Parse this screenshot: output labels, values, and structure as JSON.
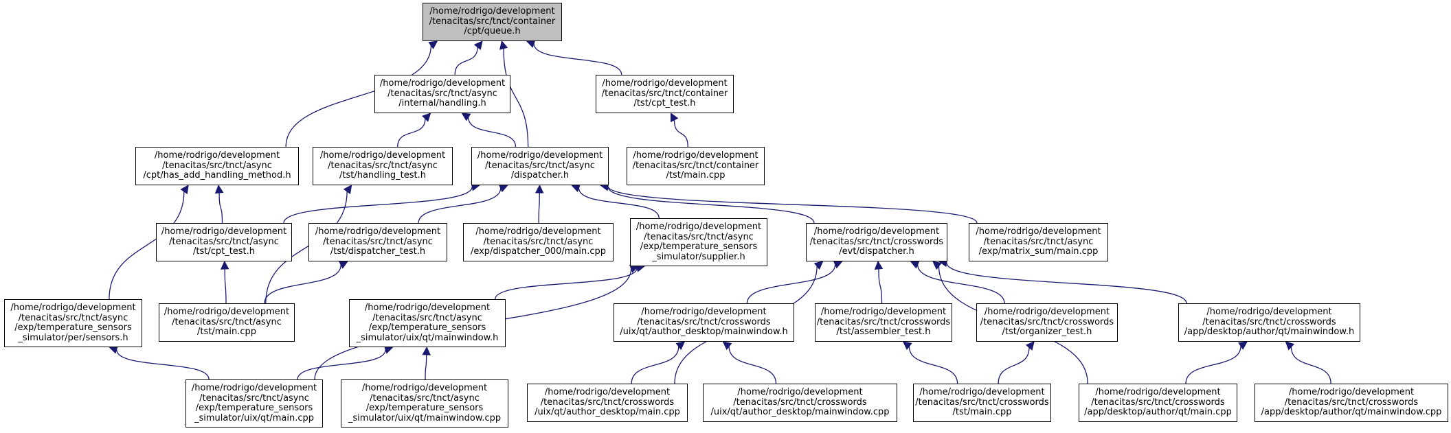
{
  "graph": {
    "title": "",
    "root_fill": "#bfbfbf",
    "edge_color": "#191970",
    "nodes": [
      {
        "id": "queue",
        "label": "/home/rodrigo/development\n/tenacitas/src/tnct/container\n/cpt/queue.h",
        "root": true
      },
      {
        "id": "handling",
        "label": "/home/rodrigo/development\n/tenacitas/src/tnct/async\n/internal/handling.h"
      },
      {
        "id": "cpt_test",
        "label": "/home/rodrigo/development\n/tenacitas/src/tnct/container\n/tst/cpt_test.h"
      },
      {
        "id": "has_add",
        "label": "/home/rodrigo/development\n/tenacitas/src/tnct/async\n/cpt/has_add_handling_method.h"
      },
      {
        "id": "handling_test",
        "label": "/home/rodrigo/development\n/tenacitas/src/tnct/async\n/tst/handling_test.h"
      },
      {
        "id": "dispatcher",
        "label": "/home/rodrigo/development\n/tenacitas/src/tnct/async\n/dispatcher.h"
      },
      {
        "id": "container_main",
        "label": "/home/rodrigo/development\n/tenacitas/src/tnct/container\n/tst/main.cpp"
      },
      {
        "id": "async_cpt_test",
        "label": "/home/rodrigo/development\n/tenacitas/src/tnct/async\n/tst/cpt_test.h"
      },
      {
        "id": "dispatcher_test",
        "label": "/home/rodrigo/development\n/tenacitas/src/tnct/async\n/tst/dispatcher_test.h"
      },
      {
        "id": "dispatcher_000",
        "label": "/home/rodrigo/development\n/tenacitas/src/tnct/async\n/exp/dispatcher_000/main.cpp"
      },
      {
        "id": "supplier",
        "label": "/home/rodrigo/development\n/tenacitas/src/tnct/async\n/exp/temperature_sensors\n_simulator/supplier.h"
      },
      {
        "id": "evt_dispatcher",
        "label": "/home/rodrigo/development\n/tenacitas/src/tnct/crosswords\n/evt/dispatcher.h"
      },
      {
        "id": "matrix_sum",
        "label": "/home/rodrigo/development\n/tenacitas/src/tnct/async\n/exp/matrix_sum/main.cpp"
      },
      {
        "id": "sensors",
        "label": "/home/rodrigo/development\n/tenacitas/src/tnct/async\n/exp/temperature_sensors\n_simulator/per/sensors.h"
      },
      {
        "id": "async_main",
        "label": "/home/rodrigo/development\n/tenacitas/src/tnct/async\n/tst/main.cpp"
      },
      {
        "id": "sim_mainwindow_h",
        "label": "/home/rodrigo/development\n/tenacitas/src/tnct/async\n/exp/temperature_sensors\n_simulator/uix/qt/mainwindow.h"
      },
      {
        "id": "author_desktop_mw_h",
        "label": "/home/rodrigo/development\n/tenacitas/src/tnct/crosswords\n/uix/qt/author_desktop/mainwindow.h"
      },
      {
        "id": "assembler_test",
        "label": "/home/rodrigo/development\n/tenacitas/src/tnct/crosswords\n/tst/assembler_test.h"
      },
      {
        "id": "organizer_test",
        "label": "/home/rodrigo/development\n/tenacitas/src/tnct/crosswords\n/tst/organizer_test.h"
      },
      {
        "id": "app_mw_h",
        "label": "/home/rodrigo/development\n/tenacitas/src/tnct/crosswords\n/app/desktop/author/qt/mainwindow.h"
      },
      {
        "id": "sim_main",
        "label": "/home/rodrigo/development\n/tenacitas/src/tnct/async\n/exp/temperature_sensors\n_simulator/uix/qt/main.cpp"
      },
      {
        "id": "sim_mw_cpp",
        "label": "/home/rodrigo/development\n/tenacitas/src/tnct/async\n/exp/temperature_sensors\n_simulator/uix/qt/mainwindow.cpp"
      },
      {
        "id": "author_desktop_main",
        "label": "/home/rodrigo/development\n/tenacitas/src/tnct/crosswords\n/uix/qt/author_desktop/main.cpp"
      },
      {
        "id": "author_desktop_mw_cpp",
        "label": "/home/rodrigo/development\n/tenacitas/src/tnct/crosswords\n/uix/qt/author_desktop/mainwindow.cpp"
      },
      {
        "id": "crosswords_main",
        "label": "/home/rodrigo/development\n/tenacitas/src/tnct/crosswords\n/tst/main.cpp"
      },
      {
        "id": "app_main",
        "label": "/home/rodrigo/development\n/tenacitas/src/tnct/crosswords\n/app/desktop/author/qt/main.cpp"
      },
      {
        "id": "app_mw_cpp",
        "label": "/home/rodrigo/development\n/tenacitas/src/tnct/crosswords\n/app/desktop/author/qt/mainwindow.cpp"
      }
    ],
    "edges": [
      {
        "from": "has_add",
        "to": "queue"
      },
      {
        "from": "handling",
        "to": "queue"
      },
      {
        "from": "dispatcher",
        "to": "queue"
      },
      {
        "from": "cpt_test",
        "to": "queue"
      },
      {
        "from": "handling_test",
        "to": "handling"
      },
      {
        "from": "dispatcher",
        "to": "handling"
      },
      {
        "from": "container_main",
        "to": "cpt_test"
      },
      {
        "from": "sensors",
        "to": "has_add"
      },
      {
        "from": "async_cpt_test",
        "to": "has_add"
      },
      {
        "from": "async_main",
        "to": "handling_test"
      },
      {
        "from": "async_cpt_test",
        "to": "dispatcher"
      },
      {
        "from": "dispatcher_test",
        "to": "dispatcher"
      },
      {
        "from": "dispatcher_000",
        "to": "dispatcher"
      },
      {
        "from": "supplier",
        "to": "dispatcher"
      },
      {
        "from": "evt_dispatcher",
        "to": "dispatcher"
      },
      {
        "from": "matrix_sum",
        "to": "dispatcher"
      },
      {
        "from": "async_main",
        "to": "async_cpt_test"
      },
      {
        "from": "async_main",
        "to": "dispatcher_test"
      },
      {
        "from": "sim_main",
        "to": "supplier"
      },
      {
        "from": "sim_mainwindow_h",
        "to": "supplier"
      },
      {
        "from": "author_desktop_main",
        "to": "evt_dispatcher"
      },
      {
        "from": "author_desktop_mw_h",
        "to": "evt_dispatcher"
      },
      {
        "from": "assembler_test",
        "to": "evt_dispatcher"
      },
      {
        "from": "organizer_test",
        "to": "evt_dispatcher"
      },
      {
        "from": "app_main",
        "to": "evt_dispatcher"
      },
      {
        "from": "app_mw_h",
        "to": "evt_dispatcher"
      },
      {
        "from": "sim_main",
        "to": "sensors"
      },
      {
        "from": "sim_main",
        "to": "sim_mainwindow_h"
      },
      {
        "from": "sim_mw_cpp",
        "to": "sim_mainwindow_h"
      },
      {
        "from": "author_desktop_main",
        "to": "author_desktop_mw_h"
      },
      {
        "from": "author_desktop_mw_cpp",
        "to": "author_desktop_mw_h"
      },
      {
        "from": "crosswords_main",
        "to": "assembler_test"
      },
      {
        "from": "crosswords_main",
        "to": "organizer_test"
      },
      {
        "from": "app_main",
        "to": "app_mw_h"
      },
      {
        "from": "app_mw_cpp",
        "to": "app_mw_h"
      }
    ]
  }
}
